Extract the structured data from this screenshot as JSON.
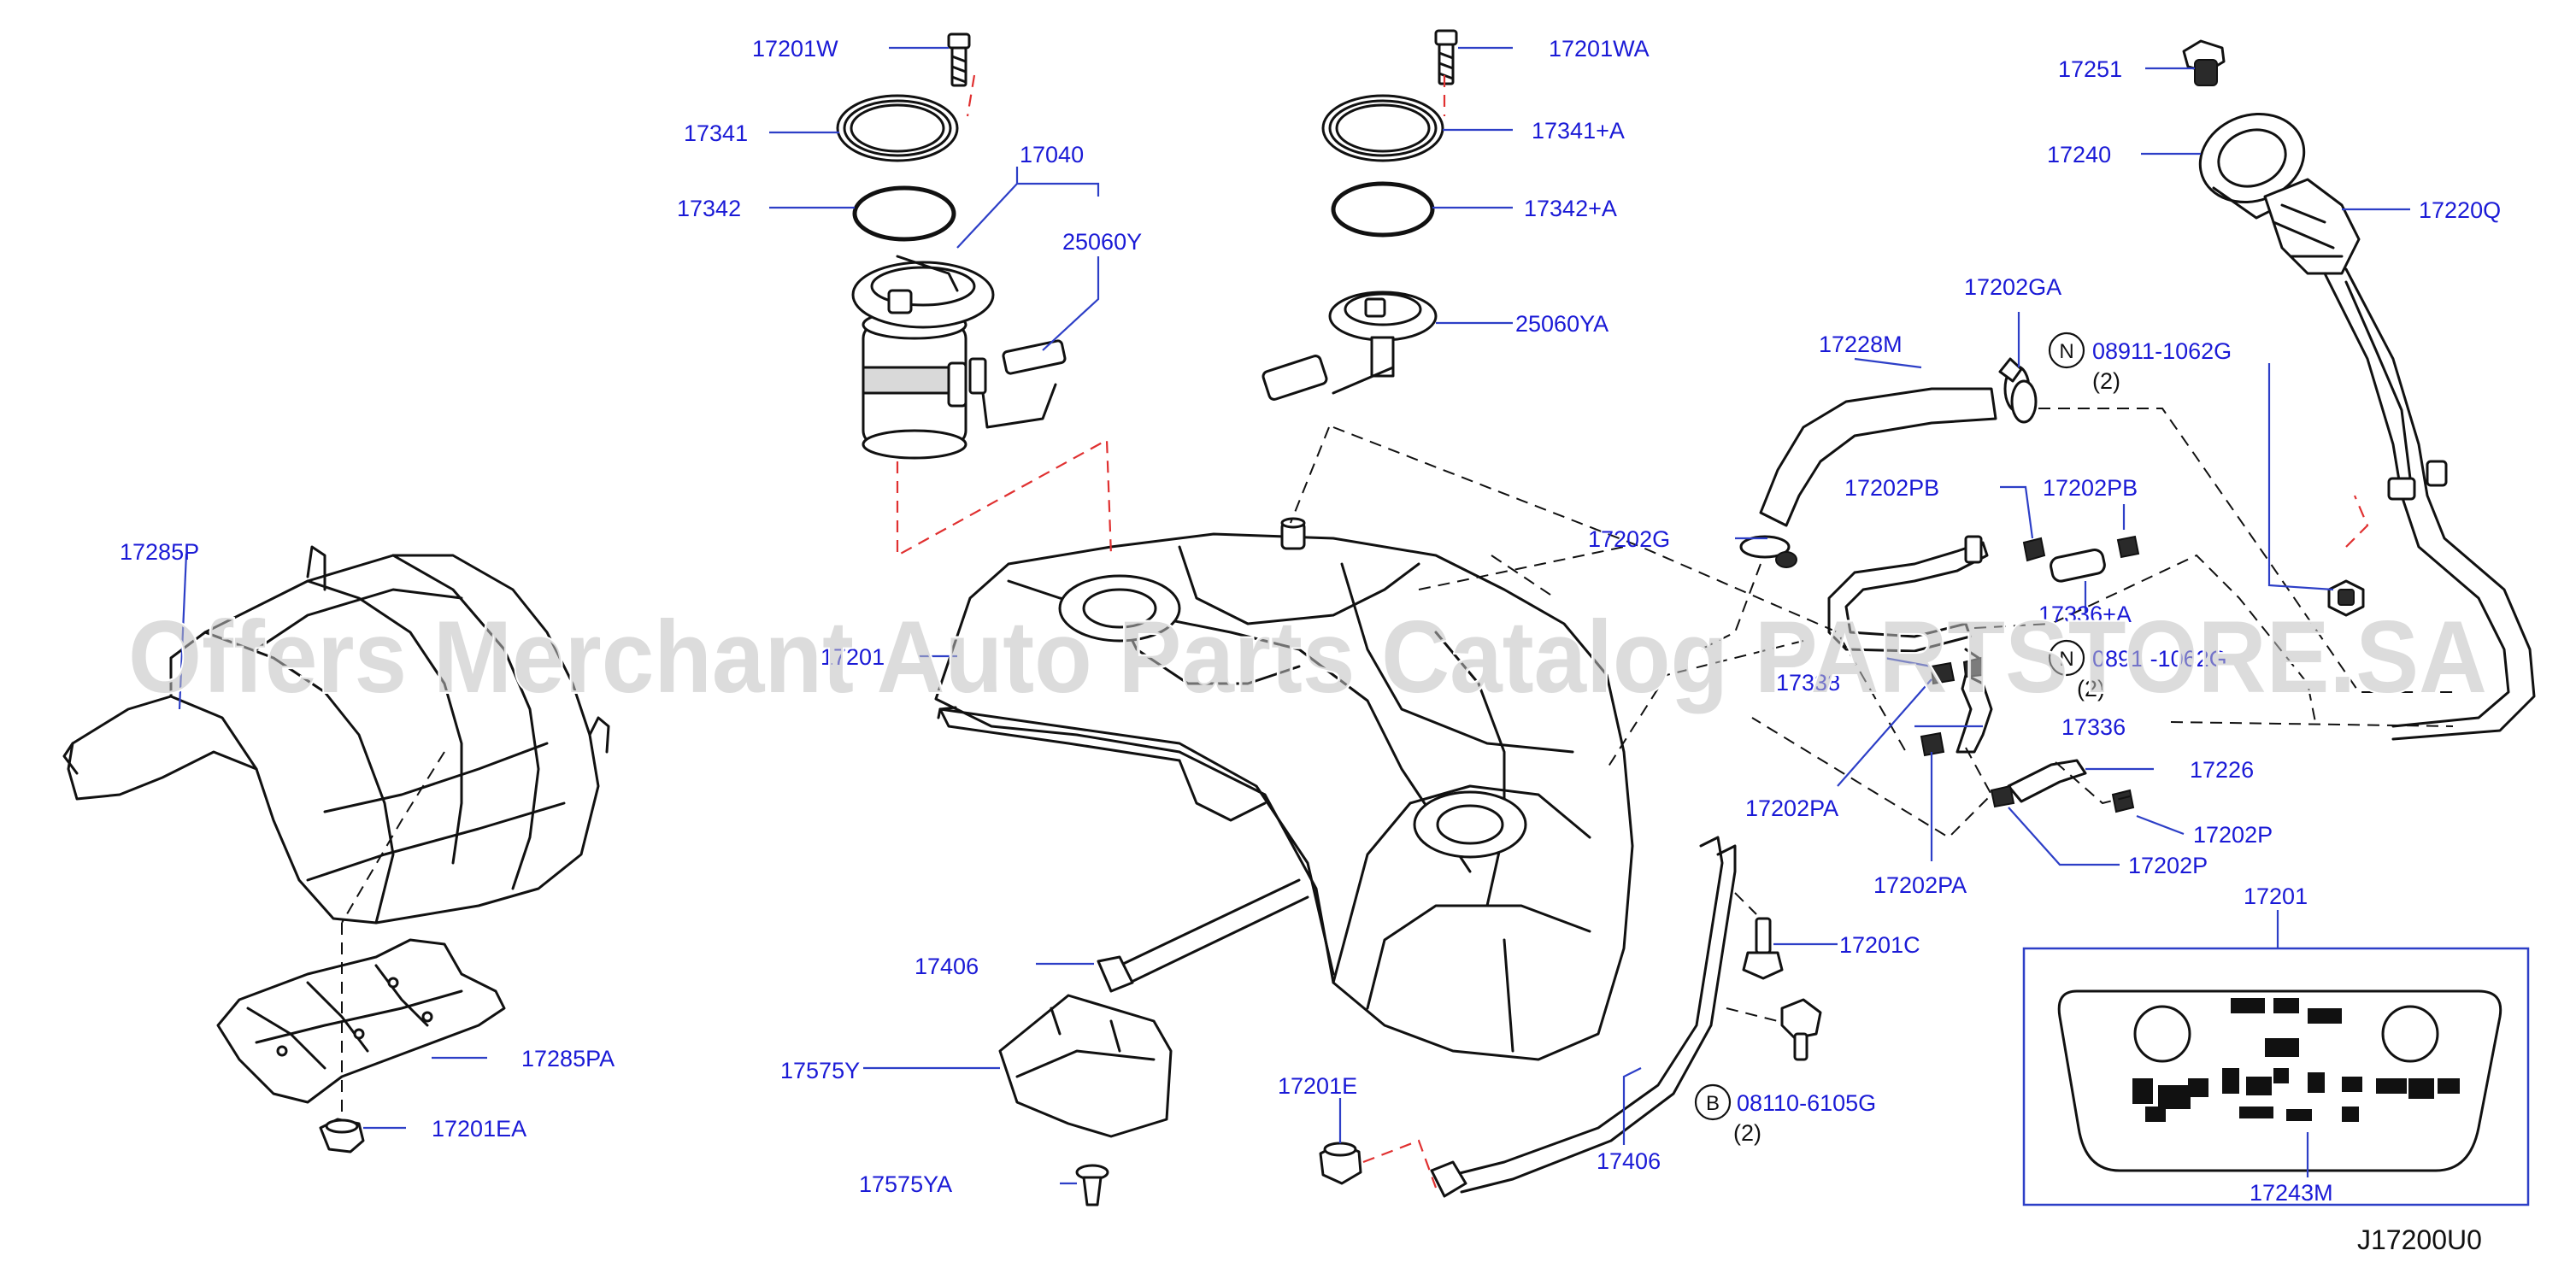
{
  "diagram": {
    "code": "J17200U0",
    "watermark": "Offers Merchant Auto Parts Catalog PARTSTORE.SA",
    "colors": {
      "label": "#1a1ad6",
      "leader": "#2d3fc7",
      "red_guide": "#e03030",
      "line": "#111111"
    },
    "labels": {
      "p17201W": "17201W",
      "p17341": "17341",
      "p17342": "17342",
      "p17040": "17040",
      "p25060Y": "25060Y",
      "p17201WA": "17201WA",
      "p17341A": "17341+A",
      "p17342A": "17342+A",
      "p25060YA": "25060YA",
      "p17251": "17251",
      "p17240": "17240",
      "p17220Q": "17220Q",
      "p17202GA": "17202GA",
      "p17228M": "17228M",
      "p08911_1062G": "08911-1062G",
      "qty_n1": "(2)",
      "p17202PB_1": "17202PB",
      "p17202PB_2": "17202PB",
      "p17202G": "17202G",
      "p17336A": "17336+A",
      "p17285P": "17285P",
      "p17201_main": "17201",
      "p17338": "17338",
      "p0891x": "0891 -1062G",
      "qty_n2": "(2)",
      "p17336": "17336",
      "p17226": "17226",
      "p17202PA_1": "17202PA",
      "p17202P_1": "17202P",
      "p17202PA_2": "17202PA",
      "p17202P_2": "17202P",
      "p17201_detail": "17201",
      "p17201C": "17201C",
      "p17406_1": "17406",
      "p17285PA": "17285PA",
      "p17575Y": "17575Y",
      "p08110_6105G": "08110-6105G",
      "qty_b": "(2)",
      "p17201E": "17201E",
      "p17201EA": "17201EA",
      "p17406_2": "17406",
      "p17575YA": "17575YA",
      "p17243M": "17243M"
    },
    "symbols": {
      "n1": "N",
      "n2": "N",
      "b": "B"
    }
  }
}
